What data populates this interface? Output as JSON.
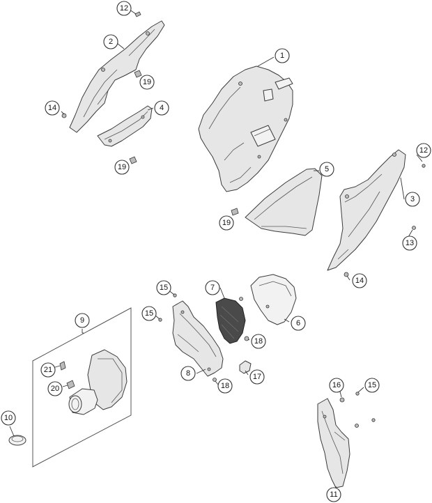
{
  "diagram": {
    "callouts": [
      {
        "id": "c12a",
        "label": "12"
      },
      {
        "id": "c2",
        "label": "2"
      },
      {
        "id": "c19a",
        "label": "19"
      },
      {
        "id": "c14a",
        "label": "14"
      },
      {
        "id": "c4",
        "label": "4"
      },
      {
        "id": "c19b",
        "label": "19"
      },
      {
        "id": "c1",
        "label": "1"
      },
      {
        "id": "c5",
        "label": "5"
      },
      {
        "id": "c12b",
        "label": "12"
      },
      {
        "id": "c3",
        "label": "3"
      },
      {
        "id": "c19c",
        "label": "19"
      },
      {
        "id": "c13",
        "label": "13"
      },
      {
        "id": "c14b",
        "label": "14"
      },
      {
        "id": "c15a",
        "label": "15"
      },
      {
        "id": "c7",
        "label": "7"
      },
      {
        "id": "c15b",
        "label": "15"
      },
      {
        "id": "c6",
        "label": "6"
      },
      {
        "id": "c9",
        "label": "9"
      },
      {
        "id": "c18a",
        "label": "18"
      },
      {
        "id": "c8",
        "label": "8"
      },
      {
        "id": "c17",
        "label": "17"
      },
      {
        "id": "c18b",
        "label": "18"
      },
      {
        "id": "c21",
        "label": "21"
      },
      {
        "id": "c20",
        "label": "20"
      },
      {
        "id": "c16",
        "label": "16"
      },
      {
        "id": "c15c",
        "label": "15"
      },
      {
        "id": "c10",
        "label": "10"
      },
      {
        "id": "c11",
        "label": "11"
      }
    ]
  }
}
